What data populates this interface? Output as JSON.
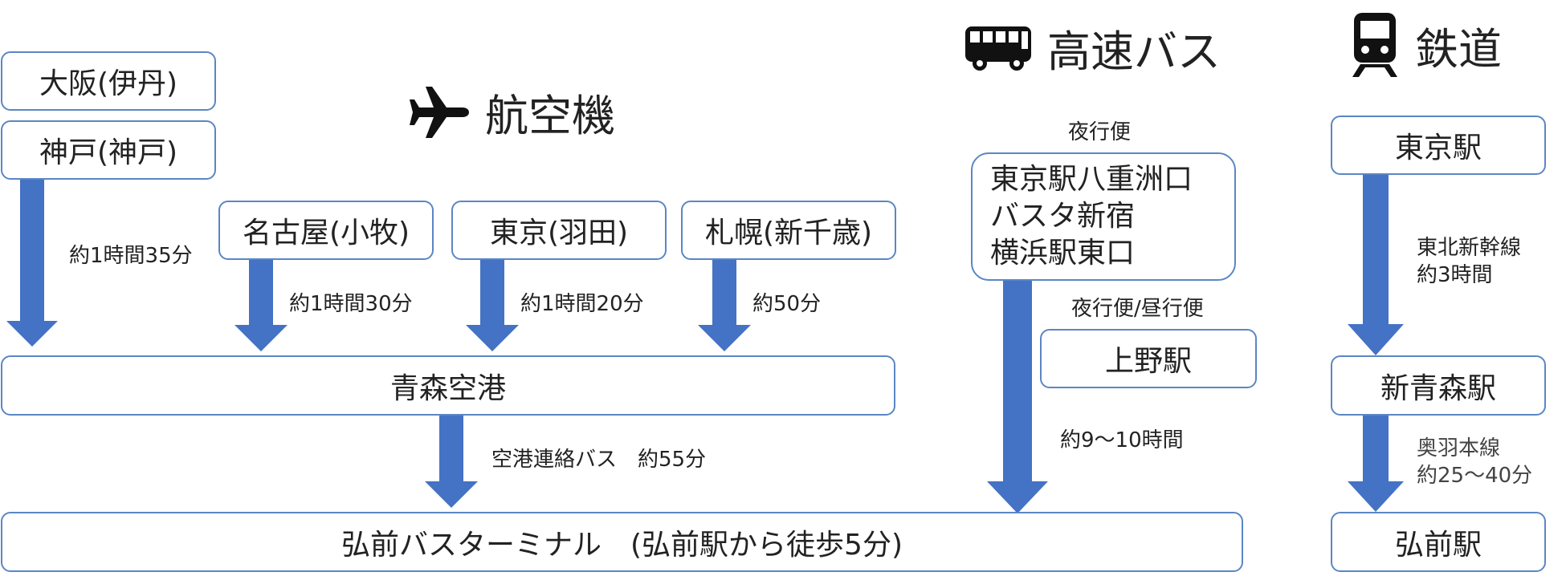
{
  "colors": {
    "arrow": "#4472c4",
    "border": "#5b86c4"
  },
  "headers": {
    "air": {
      "icon": "airplane-icon",
      "label": "航空機"
    },
    "bus": {
      "icon": "bus-icon",
      "label": "高速バス"
    },
    "rail": {
      "icon": "train-icon",
      "label": "鉄道"
    }
  },
  "air": {
    "osaka": "大阪(伊丹)",
    "kobe": "神戸(神戸)",
    "nagoya": "名古屋(小牧)",
    "tokyo": "東京(羽田)",
    "sapporo": "札幌(新千歳)",
    "time_kobe": "約1時間35分",
    "time_nagoya": "約1時間30分",
    "time_tokyo": "約1時間20分",
    "time_sapporo": "約50分",
    "aomori_airport": "青森空港",
    "airport_bus": "空港連絡バス　約55分"
  },
  "terminal": "弘前バスターミナル　(弘前駅から徒歩5分)",
  "bus": {
    "night_label": "夜行便",
    "stops": [
      "東京駅八重洲口",
      "バスタ新宿",
      "横浜駅東口"
    ],
    "day_night_label": "夜行便/昼行便",
    "ueno": "上野駅",
    "duration": "約9〜10時間"
  },
  "rail": {
    "tokyo_station": "東京駅",
    "shinkansen": [
      "東北新幹線",
      "約3時間"
    ],
    "shin_aomori": "新青森駅",
    "ou_line": [
      "奥羽本線",
      "約25〜40分"
    ],
    "hirosaki_station": "弘前駅"
  }
}
